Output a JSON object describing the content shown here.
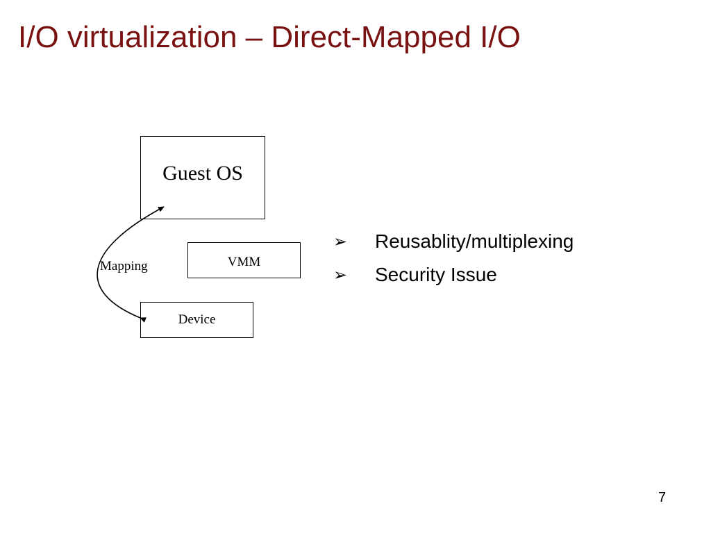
{
  "slide": {
    "title": "I/O virtualization – Direct-Mapped I/O",
    "page_number": "7",
    "title_color": "#7a1111"
  },
  "diagram": {
    "guest_os_label": "Guest OS",
    "vmm_label": "VMM",
    "device_label": "Device",
    "mapping_label": "Mapping"
  },
  "bullets": {
    "marker_icon": "arrowhead-bullet-icon",
    "items": [
      {
        "label": "Reusablity/multiplexing"
      },
      {
        "label": "Security Issue"
      }
    ]
  }
}
